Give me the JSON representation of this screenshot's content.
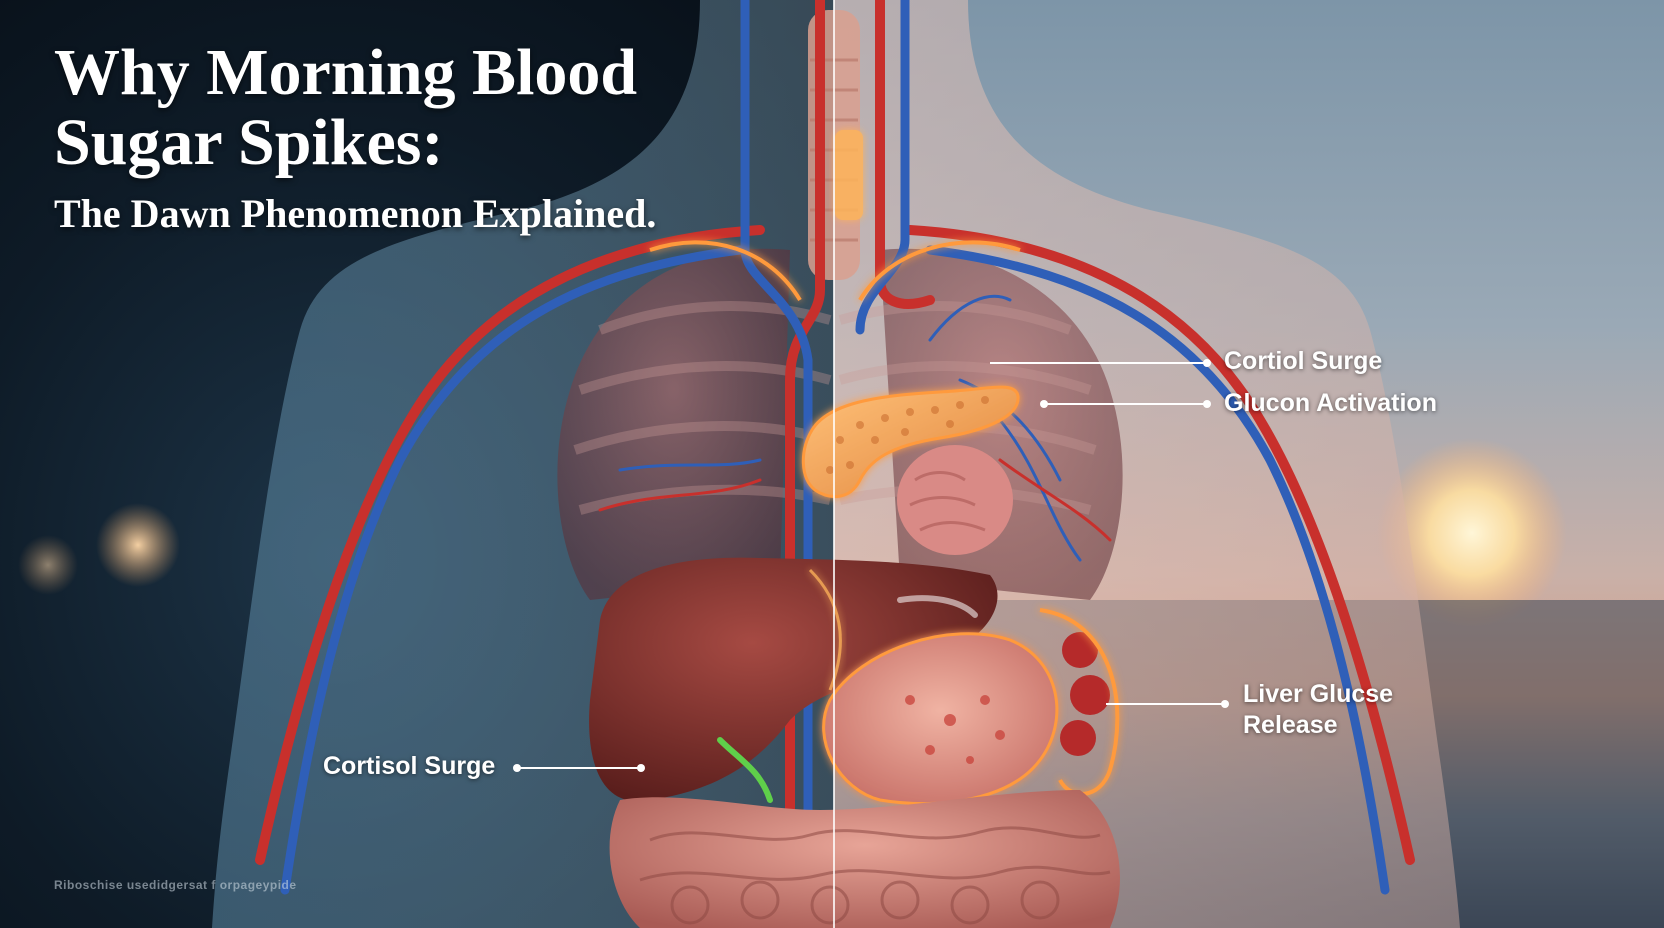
{
  "title": {
    "main": "Why Morning Blood Sugar Spikes:",
    "subtitle": "The Dawn Phenomenon Explained."
  },
  "labels": {
    "cortiol_surge": "Cortiol Surge",
    "glucon_activation": "Glucon Activation",
    "liver_glucose_release": "Liver Glucse Release",
    "cortisol_surge": "Cortisol Surge"
  },
  "watermark": "Riboschise usedidgersat f orpageypide",
  "colors": {
    "artery": "#c8302c",
    "vein": "#2f5fb8",
    "pancreas": "#f0a24a",
    "liver": "#7a2c28",
    "glow": "#ff9a3c",
    "background_left": "#0e1b27",
    "background_right_sunset": "#d59f86"
  },
  "icons": {
    "divider": "split-divider-line",
    "pointer": "leader-line-dot"
  }
}
